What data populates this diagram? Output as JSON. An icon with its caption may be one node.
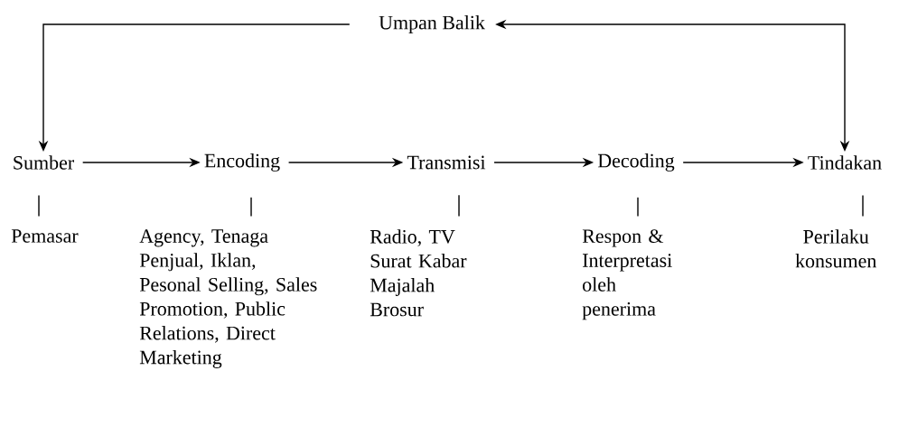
{
  "diagram": {
    "nodes": [
      {
        "text": [
          "Umpan Balik"
        ]
      },
      {
        "text": [
          "Sumber"
        ]
      },
      {
        "text": [
          "Encoding"
        ]
      },
      {
        "text": [
          "Transmisi"
        ]
      },
      {
        "text": [
          "Decoding"
        ]
      },
      {
        "text": [
          "Tindakan"
        ]
      },
      {
        "text": [
          "Pemasar"
        ]
      },
      {
        "text": [
          "Agency, Tenaga Penjual, Iklan, Pesonal Selling, Sales Promotion, Public Relations, Direct Marketing"
        ]
      },
      {
        "text": [
          "Radio, TV Surat Kabar Majalah Brosur"
        ]
      },
      {
        "text": [
          "Respon & Interpretasi oleh penerima"
        ]
      },
      {
        "text": [
          "Perilaku konsumen"
        ]
      }
    ],
    "edges": [
      {
        "from": 0,
        "to": 1,
        "arrow": "to"
      },
      {
        "from": 0,
        "to": 5,
        "arrow": "both"
      },
      {
        "from": 1,
        "to": 2,
        "arrow": "to"
      },
      {
        "from": 2,
        "to": 3,
        "arrow": "to"
      },
      {
        "from": 3,
        "to": 4,
        "arrow": "to"
      },
      {
        "from": 4,
        "to": 5,
        "arrow": "to"
      },
      {
        "from": 1,
        "to": 6,
        "arrow": "none"
      },
      {
        "from": 2,
        "to": 7,
        "arrow": "none"
      },
      {
        "from": 3,
        "to": 8,
        "arrow": "none"
      },
      {
        "from": 4,
        "to": 9,
        "arrow": "none"
      },
      {
        "from": 5,
        "to": 10,
        "arrow": "none"
      }
    ]
  }
}
